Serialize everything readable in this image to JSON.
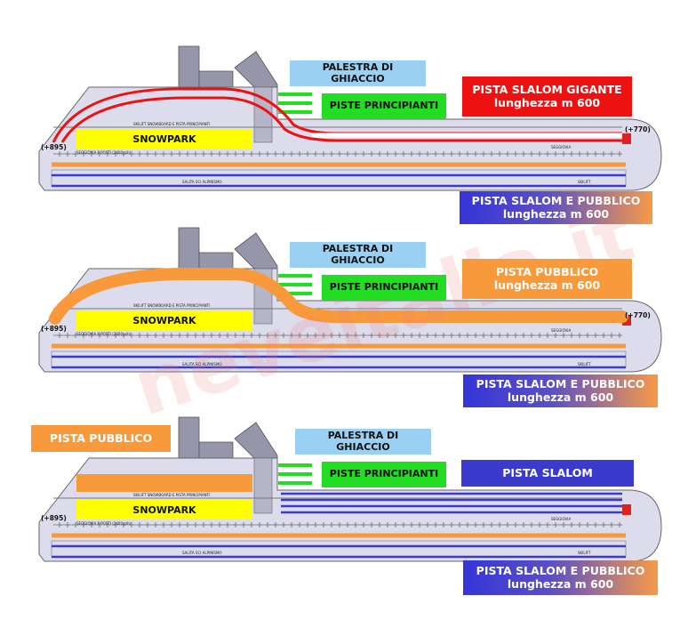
{
  "panel1": {
    "ice_gym": "PALESTRA DI\nGHIACCIO",
    "beginners": "PISTE PRINCIPIANTI",
    "giant_slalom_title": "PISTA SLALOM GIGANTE",
    "giant_slalom_length": "lunghezza m 600",
    "slalom_public_title": "PISTA SLALOM  E PUBBLICO",
    "slalom_public_length": "lunghezza m 600",
    "snowpark": "SNOWPARK",
    "elev_low": "(+895)",
    "elev_high": "(+770)"
  },
  "panel2": {
    "ice_gym": "PALESTRA DI\nGHIACCIO",
    "beginners": "PISTE PRINCIPIANTI",
    "public_title": "PISTA PUBBLICO",
    "public_length": "lunghezza m 600",
    "slalom_public_title": "PISTA SLALOM  E PUBBLICO",
    "slalom_public_length": "lunghezza m 600",
    "snowpark": "SNOWPARK",
    "elev_low": "(+895)",
    "elev_high": "(+770)"
  },
  "panel3": {
    "public_title": "PISTA PUBBLICO",
    "ice_gym": "PALESTRA DI\nGHIACCIO",
    "beginners": "PISTE PRINCIPIANTI",
    "slalom_title": "PISTA SLALOM",
    "slalom_public_title": "PISTA SLALOM  E PUBBLICO",
    "slalom_public_length": "lunghezza m 600",
    "snowpark": "SNOWPARK",
    "elev_low": "(+895)"
  },
  "plan_labels": {
    "skilift_top": "SKILIFT SNOWBOARD E PISTA PRINCIPIANTI",
    "chairlift_left": "SEGGIOVIA 6 POSTI (2400 p/h)",
    "chairlift_right": "SEGGIOVIA",
    "walk_up": "SALITA SCI ALPINISMO",
    "skilift_right": "SKILIFT"
  },
  "watermark": "neveitalia.it",
  "colors": {
    "plan_fill": "#dcdcec",
    "building": "#9696aa",
    "red_track": "#ee1111",
    "orange_track": "#f89a3c",
    "blue_track": "#3a3acc",
    "green_box": "#22dd22",
    "light_blue_box": "#9ad0f2",
    "snowpark": "#ffff00"
  }
}
